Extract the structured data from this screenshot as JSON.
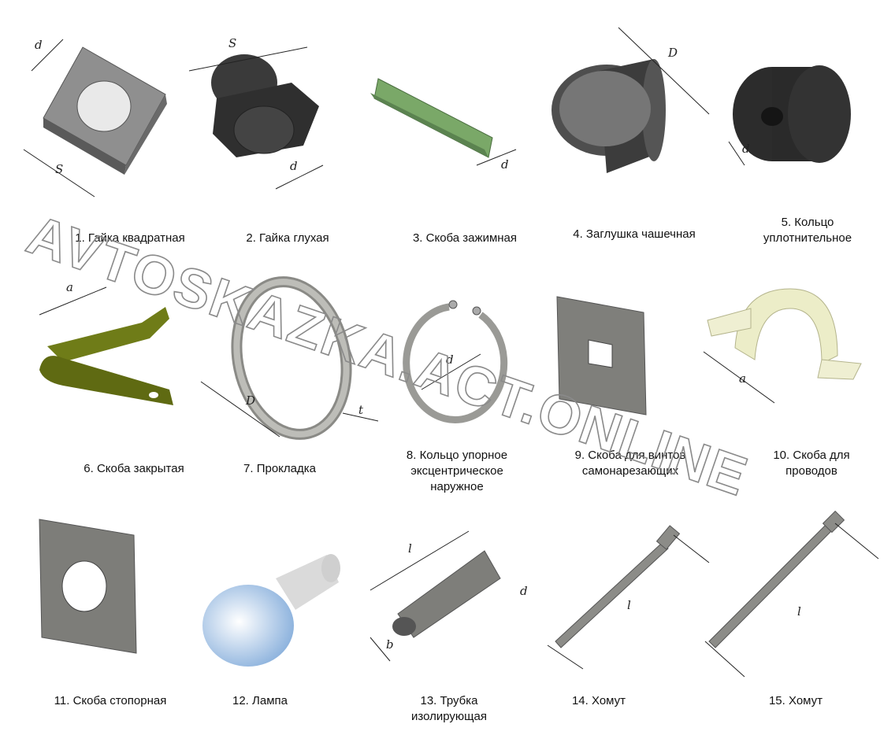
{
  "watermark": "AVTOSKAZKA.ACT.ONLINE",
  "captions": [
    "1. Гайка квадратная",
    "2. Гайка глухая",
    "3. Скоба зажимная",
    "4. Заглушка чашечная",
    "5. Кольцо\nуплотнительное",
    "6. Скоба закрытая",
    "7. Прокладка",
    "8. Кольцо упорное\nэксцентрическое\nнаружное",
    "9. Скоба для винтов\nсамонарезающих",
    "10. Скоба для\nпроводов",
    "11. Скоба стопорная",
    "12. Лампа",
    "13. Трубка\nизолирующая",
    "14. Хомут",
    "15. Хомут"
  ],
  "dims": {
    "d": "d",
    "s": "S",
    "D": "D",
    "a": "a",
    "t": "t",
    "l": "l",
    "b": "b"
  },
  "colors": {
    "dark": "#2e2e2e",
    "green": "#6f9a5e",
    "olive": "#6e7a18",
    "gray": "#9a9a96",
    "cream": "#e8e8c4",
    "lamp": "#bcd4ee"
  }
}
